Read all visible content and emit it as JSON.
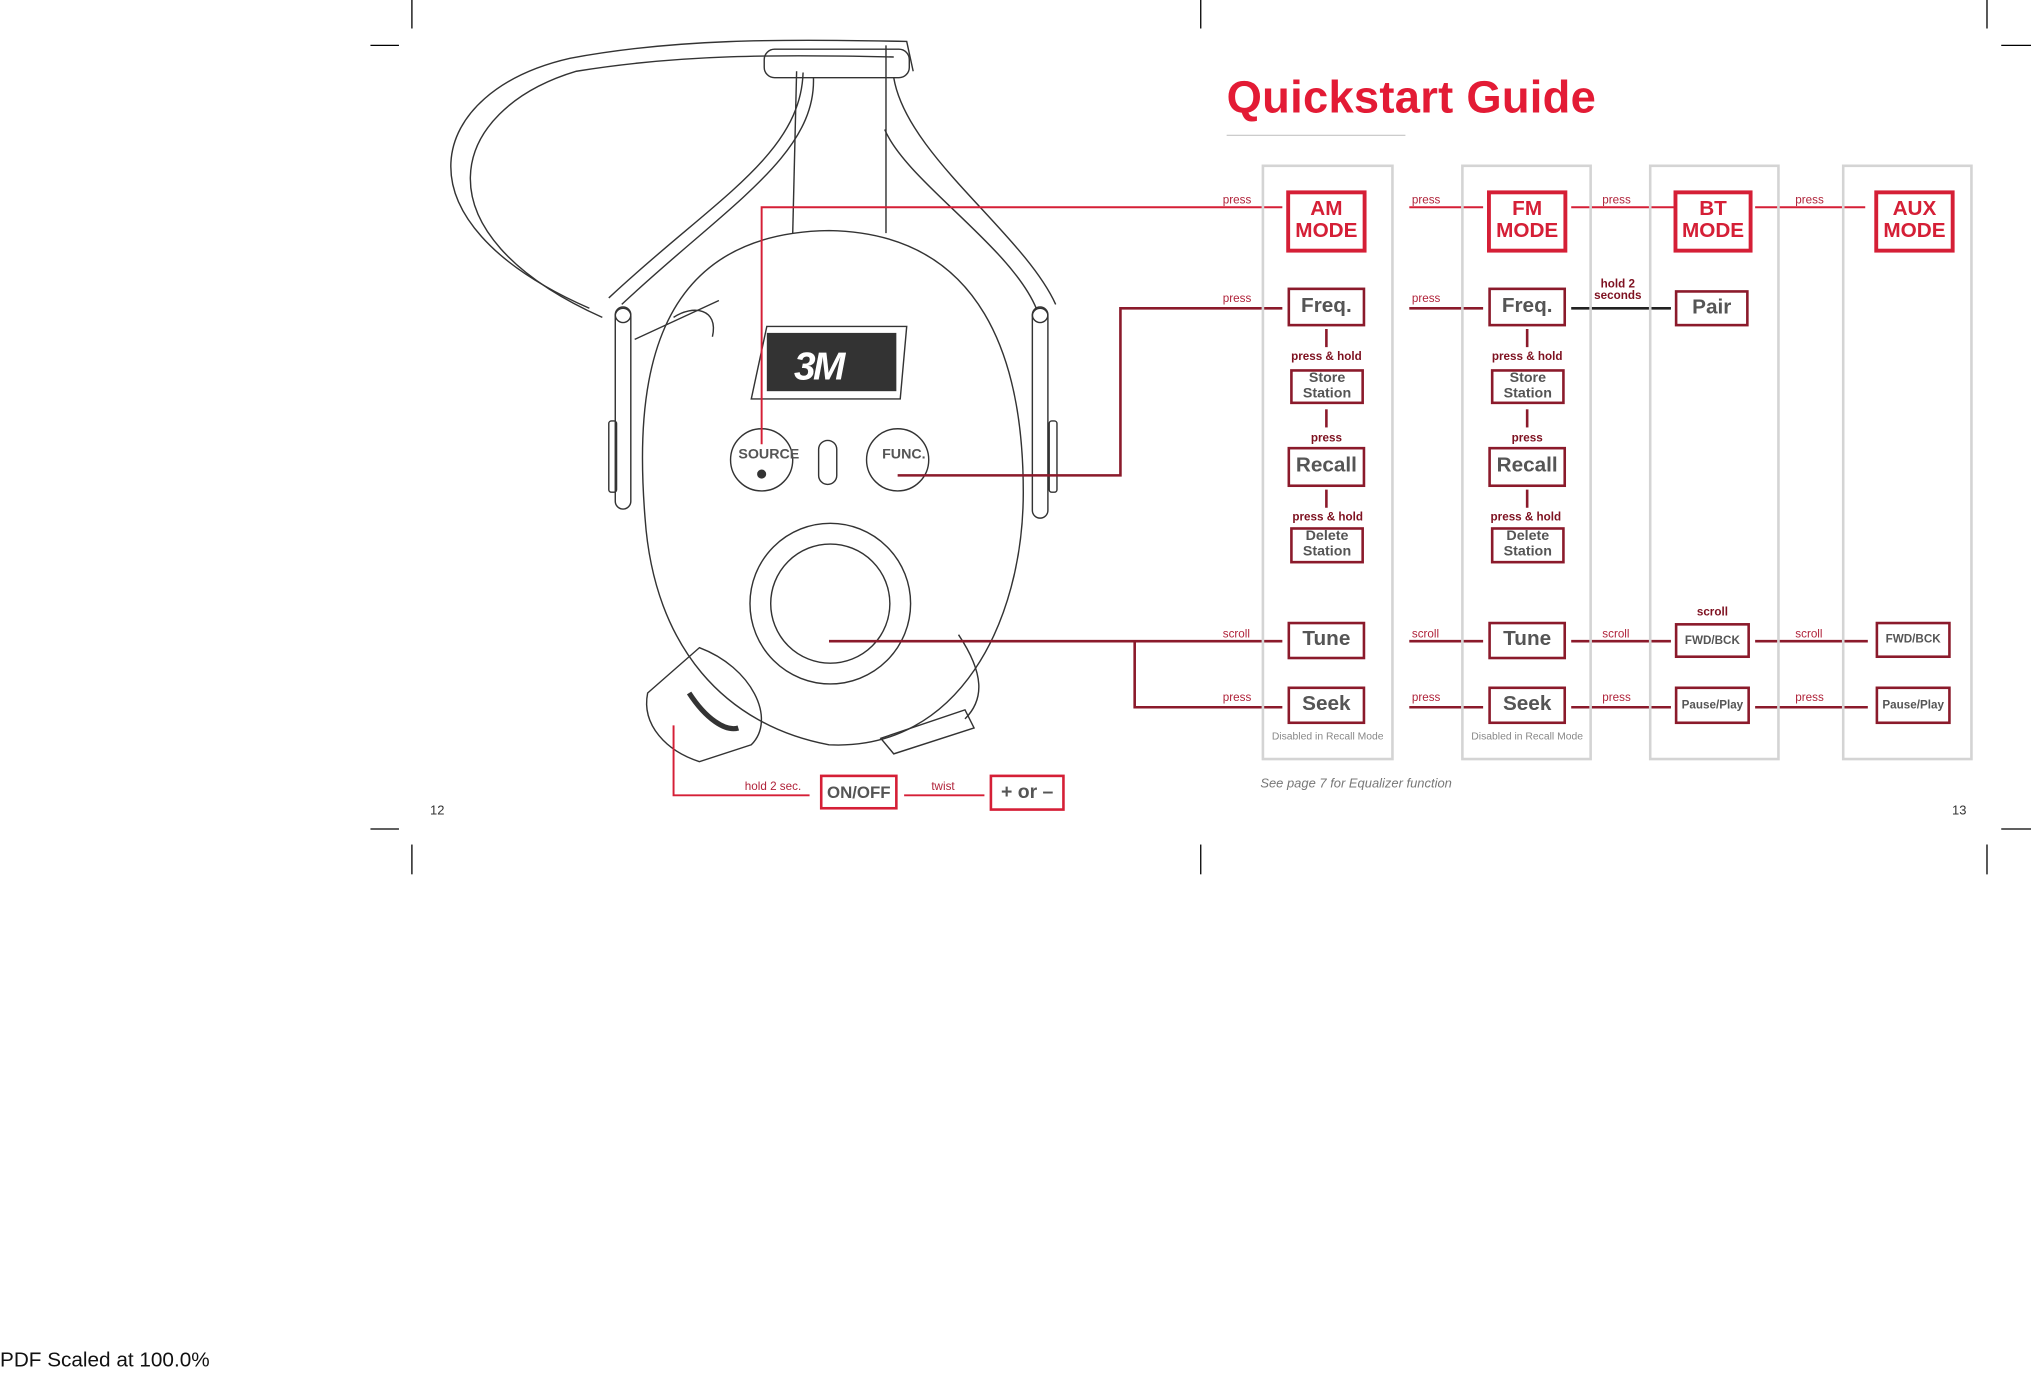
{
  "page": {
    "title": "Quickstart Guide",
    "page_left": "12",
    "page_right": "13",
    "equalizer_note": "See page 7 for Equalizer function",
    "scale_notice": "PDF Scaled at 100.0%"
  },
  "device": {
    "logo": "3M",
    "source_label": "SOURCE",
    "func_label": "FUNC."
  },
  "power": {
    "hold_label": "hold 2 sec.",
    "on_off": "ON/OFF",
    "twist_label": "twist",
    "volume": "+ or –"
  },
  "columns": {
    "am": {
      "press_label": "press",
      "mode": "AM\nMODE",
      "freq_press": "press",
      "freq": "Freq.",
      "press_hold_1": "press & hold",
      "store": "Store\nStation",
      "press_recall": "press",
      "recall": "Recall",
      "press_hold_2": "press & hold",
      "delete": "Delete\nStation",
      "scroll_label": "scroll",
      "tune": "Tune",
      "seek_press": "press",
      "seek": "Seek",
      "disabled_note": "Disabled in Recall Mode"
    },
    "fm": {
      "press_label": "press",
      "mode": "FM\nMODE",
      "freq_press": "press",
      "freq": "Freq.",
      "press_hold_1": "press & hold",
      "store": "Store\nStation",
      "press_recall": "press",
      "recall": "Recall",
      "press_hold_2": "press & hold",
      "delete": "Delete\nStation",
      "scroll_label": "scroll",
      "tune": "Tune",
      "seek_press": "press",
      "seek": "Seek",
      "disabled_note": "Disabled in Recall Mode"
    },
    "bt": {
      "press_label": "press",
      "mode": "BT\nMODE",
      "hold_label": "hold 2\nseconds",
      "pair": "Pair",
      "scroll_top": "scroll",
      "scroll_label": "scroll",
      "fwd": "FWD/BCK",
      "press_label2": "press",
      "pause": "Pause/Play"
    },
    "aux": {
      "press_label": "press",
      "mode": "AUX\nMODE",
      "scroll_label": "scroll",
      "fwd": "FWD/BCK",
      "press_label2": "press",
      "pause": "Pause/Play"
    }
  },
  "colors": {
    "accent": "#e31b35",
    "dark_red": "#8b1a2b",
    "column_border": "#d4d4d4",
    "text_grey": "#555555"
  }
}
